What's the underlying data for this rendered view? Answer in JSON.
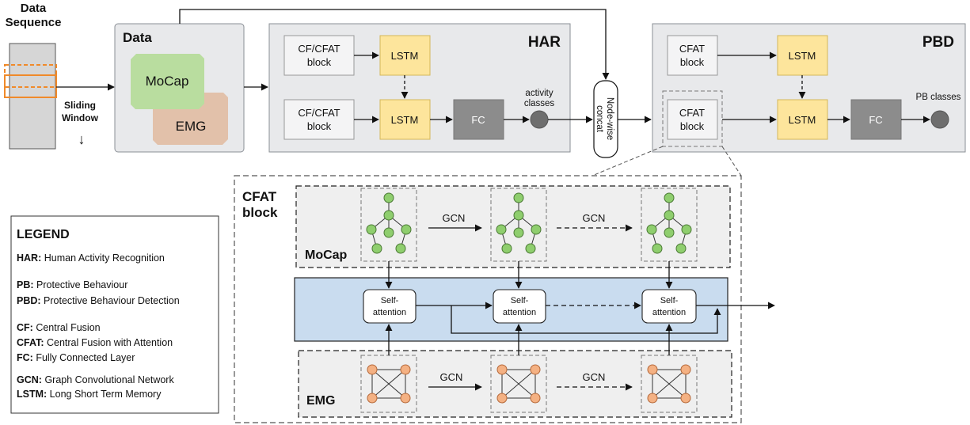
{
  "input": {
    "title_line1": "Data",
    "title_line2": "Sequence",
    "window_line1": "Sliding",
    "window_line2": "Window",
    "down_arrow": "↓"
  },
  "data_panel": {
    "title": "Data",
    "mocap": "MoCap",
    "emg": "EMG"
  },
  "har": {
    "title": "HAR",
    "block1_line1": "CF/CFAT",
    "block1_line2": "block",
    "block2_line1": "CF/CFAT",
    "block2_line2": "block",
    "lstm1": "LSTM",
    "lstm2": "LSTM",
    "fc": "FC",
    "output_line1": "activity",
    "output_line2": "classes"
  },
  "concat": {
    "line1": "Node-wise",
    "line2": "concat"
  },
  "pbd": {
    "title": "PBD",
    "block1_line1": "CFAT",
    "block1_line2": "block",
    "block2_line1": "CFAT",
    "block2_line2": "block",
    "lstm1": "LSTM",
    "lstm2": "LSTM",
    "fc": "FC",
    "output": "PB classes"
  },
  "cfat": {
    "title_line1": "CFAT",
    "title_line2": "block",
    "mocap_label": "MoCap",
    "emg_label": "EMG",
    "gcn_labels": [
      "GCN",
      "GCN",
      "GCN",
      "GCN"
    ],
    "attention_line1": "Self-",
    "attention_line2": "attention"
  },
  "legend": {
    "title": "LEGEND",
    "entries": [
      {
        "abbr": "HAR:",
        "text": "Human Activity Recognition"
      },
      {
        "abbr": "PB:",
        "text": "Protective Behaviour"
      },
      {
        "abbr": "PBD:",
        "text": "Protective Behaviour Detection"
      },
      {
        "abbr": "CF:",
        "text": "Central Fusion"
      },
      {
        "abbr": "CFAT:",
        "text": "Central Fusion with Attention"
      },
      {
        "abbr": "FC:",
        "text": "Fully Connected Layer"
      },
      {
        "abbr": "GCN:",
        "text": "Graph Convolutional Network"
      },
      {
        "abbr": "LSTM:",
        "text": "Long Short Term Memory"
      }
    ]
  },
  "colors": {
    "panel_bg": "#e8e9eb",
    "block_bg": "#f4f4f5",
    "lstm": "#fde59c",
    "fc": "#8c8c8c",
    "mocap": "#b9dd9f",
    "emg": "#e2c1aa",
    "node_green": "#8fce6e",
    "node_orange": "#f4b183",
    "attention_band": "#c9dcef",
    "sliding_window": "#f08a2a"
  }
}
